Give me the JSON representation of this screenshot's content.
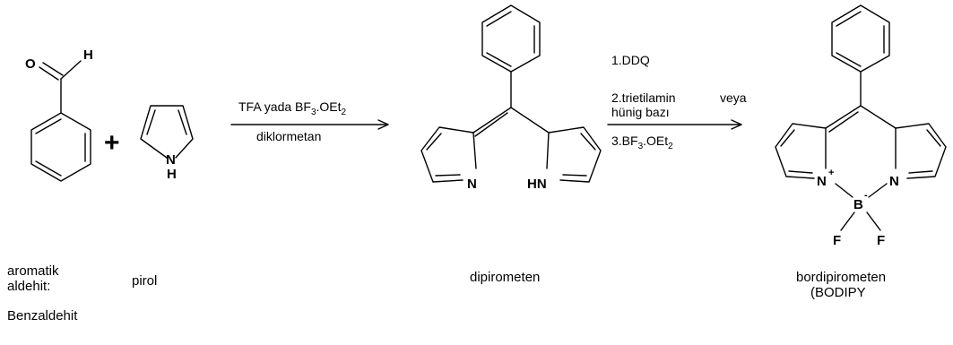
{
  "atoms": {
    "oxygen": "O",
    "hydrogen": "H",
    "nitrogen": "N",
    "nh": "HN",
    "boron": "B",
    "fluorine": "F",
    "plus_charge": "+",
    "minus_charge": "-"
  },
  "plus_sign": "+",
  "step1": {
    "reagent_prefix": "TFA yada BF",
    "reagent_sub": "3",
    "reagent_suffix": ".OEt",
    "reagent_sub2": "2",
    "solvent": "diklormetan"
  },
  "step2": {
    "line1": "1.DDQ",
    "line2": "2.trietilamin",
    "line2_extra": "veya",
    "line3": "hünig bazı",
    "line4_prefix": "3.BF",
    "line4_sub": "3",
    "line4_suffix": ".OEt",
    "line4_sub2": "2"
  },
  "labels": {
    "aldehyde_line1": "aromatik",
    "aldehyde_line2": "aldehit:",
    "aldehyde_example": "Benzaldehit",
    "pyrrole": "pirol",
    "dipyrromethene": "dipirometen",
    "bodipy_line1": "bordipirometen",
    "bodipy_line2": "(BODIPY"
  },
  "colors": {
    "ink": "#000000",
    "background": "#ffffff"
  }
}
